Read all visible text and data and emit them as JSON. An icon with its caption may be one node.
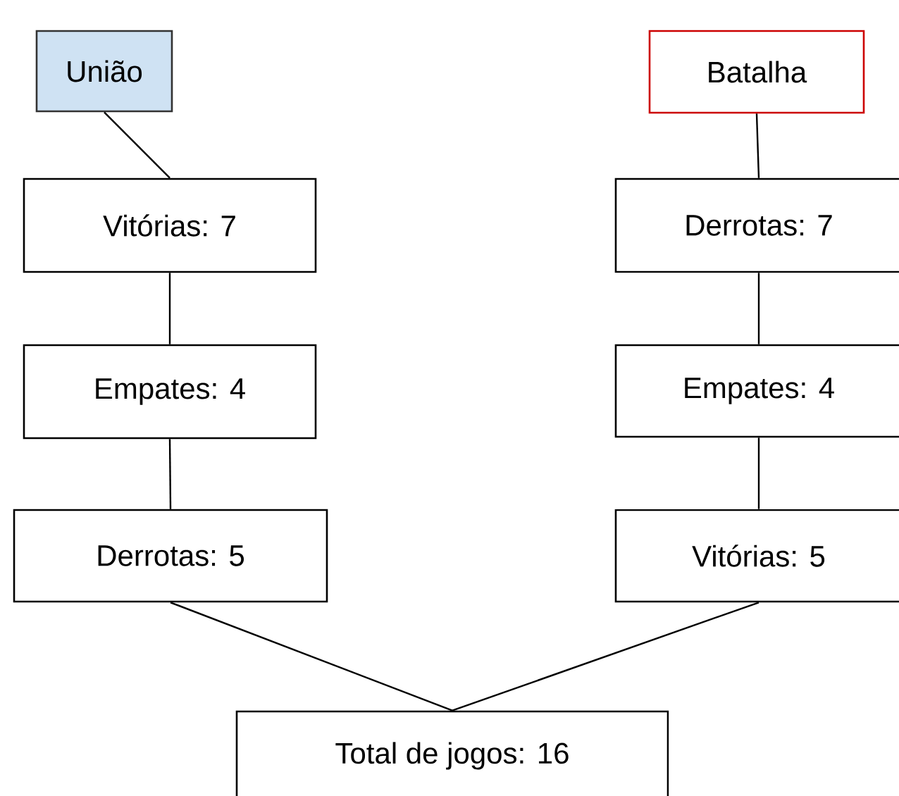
{
  "diagram": {
    "nodes": [
      {
        "text": [
          "União"
        ]
      },
      {
        "text": [
          "Vitórias: 7"
        ]
      },
      {
        "text": [
          "Empates: 4"
        ]
      },
      {
        "text": [
          "Derrotas: 5"
        ]
      },
      {
        "text": [
          "Batalha"
        ]
      },
      {
        "text": [
          "Derrotas: 7"
        ]
      },
      {
        "text": [
          "Empates: 4"
        ]
      },
      {
        "text": [
          "Vitórias: 5"
        ]
      },
      {
        "text": [
          "Total de jogos: 16"
        ]
      }
    ],
    "edges": [
      {
        "from": 0,
        "to": 1,
        "arrow": "none"
      },
      {
        "from": 1,
        "to": 2,
        "arrow": "none"
      },
      {
        "from": 2,
        "to": 3,
        "arrow": "none"
      },
      {
        "from": 3,
        "to": 8,
        "arrow": "none"
      },
      {
        "from": 4,
        "to": 5,
        "arrow": "none"
      },
      {
        "from": 5,
        "to": 6,
        "arrow": "none"
      },
      {
        "from": 6,
        "to": 7,
        "arrow": "none"
      },
      {
        "from": 7,
        "to": 8,
        "arrow": "none"
      }
    ]
  }
}
